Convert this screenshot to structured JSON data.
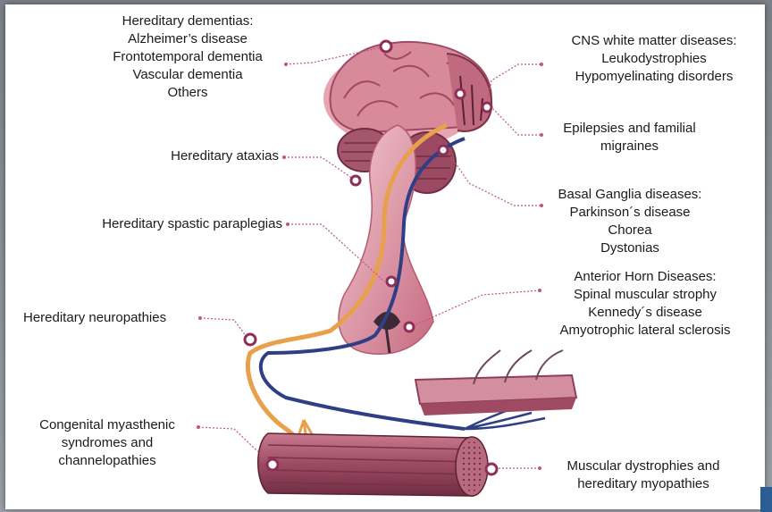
{
  "colors": {
    "sensory_nerve": "#e8a14a",
    "motor_nerve": "#2f3f86",
    "brain": "#d98a9a",
    "brain_dark": "#9e4a62",
    "muscle": "#9c4a63",
    "leader_dot": "#c0577a",
    "label_text": "#1b1b1b"
  },
  "labels": {
    "dementia": {
      "title": "Hereditary dementias:",
      "items": [
        "Alzheimer’s disease",
        "Frontotemporal dementia",
        "Vascular dementia",
        "Others"
      ]
    },
    "cns_white": {
      "title": "CNS white matter diseases:",
      "items": [
        "Leukodystrophies",
        "Hypomyelinating disorders"
      ]
    },
    "epilepsy": {
      "lines": [
        "Epilepsies and familial",
        "migraines"
      ]
    },
    "ataxias": "Hereditary ataxias",
    "basal_ganglia": {
      "title": "Basal Ganglia diseases:",
      "items": [
        "Parkinson´s disease",
        "Chorea",
        "Dystonias"
      ]
    },
    "spastic": "Hereditary spastic paraplegias",
    "anterior_horn": {
      "title": "Anterior Horn Diseases:",
      "items": [
        "Spinal muscular strophy",
        "Kennedy´s disease",
        "Amyotrophic lateral sclerosis"
      ]
    },
    "neuropathies": "Hereditary neuropathies",
    "myasthenic": {
      "lines": [
        "Congenital myasthenic",
        "syndromes and",
        "channelopathies"
      ]
    },
    "muscular": {
      "lines": [
        "Muscular dystrophies and",
        "hereditary myopathies"
      ]
    }
  }
}
